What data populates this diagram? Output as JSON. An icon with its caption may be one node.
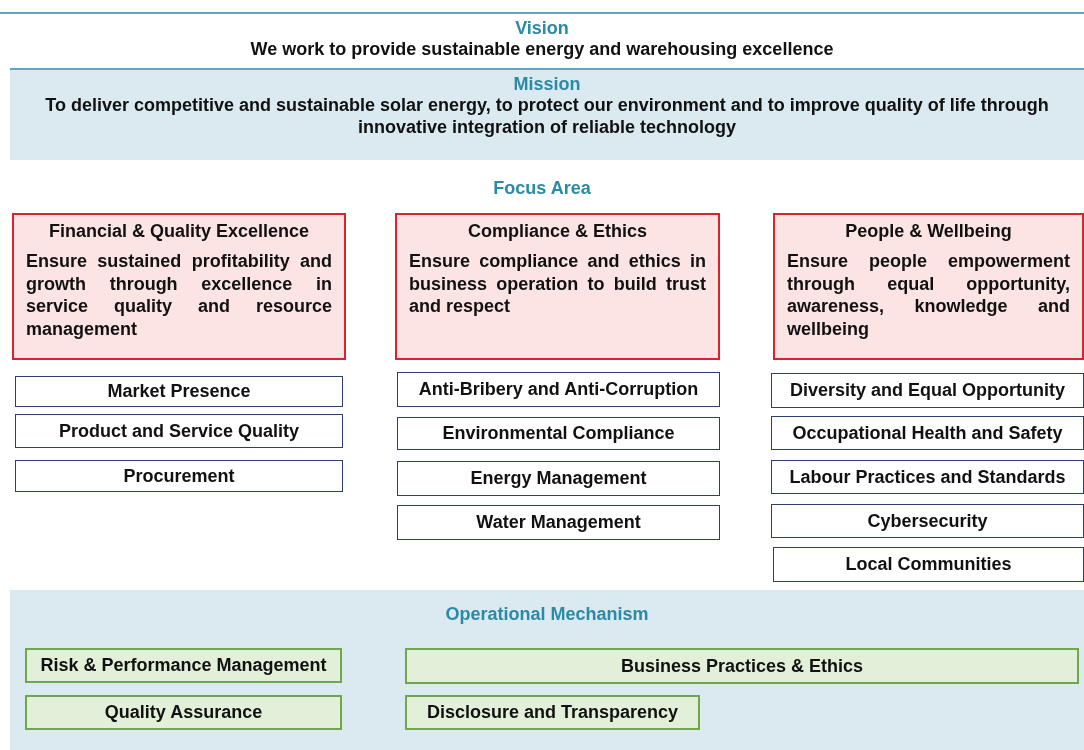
{
  "diagram": {
    "nodes": [
      {
        "text": [
          "Vision",
          "We work to provide sustainable energy and warehousing excellence"
        ]
      },
      {
        "text": [
          "Mission",
          "To deliver competitive and sustainable solar energy, to protect our environment and to improve quality of life through innovative integration of reliable technology"
        ]
      },
      {
        "text": [
          "Financial & Quality Excellence",
          "Ensure sustained profitability and growth through excellence in service quality and resource management"
        ]
      },
      {
        "text": [
          "Compliance & Ethics",
          "Ensure compliance and ethics in business operation to build trust and respect"
        ]
      },
      {
        "text": [
          "People & Wellbeing",
          "Ensure people empowerment through equal opportunity, awareness, knowledge and wellbeing"
        ]
      },
      {
        "text": [
          "Market Presence"
        ]
      },
      {
        "text": [
          "Product and Service Quality"
        ]
      },
      {
        "text": [
          "Procurement"
        ]
      },
      {
        "text": [
          "Anti-Bribery and Anti-Corruption"
        ]
      },
      {
        "text": [
          "Environmental Compliance"
        ]
      },
      {
        "text": [
          "Energy Management"
        ]
      },
      {
        "text": [
          "Water Management"
        ]
      },
      {
        "text": [
          "Diversity and Equal Opportunity"
        ]
      },
      {
        "text": [
          "Occupational Health and Safety"
        ]
      },
      {
        "text": [
          "Labour Practices and Standards"
        ]
      },
      {
        "text": [
          "Cybersecurity"
        ]
      },
      {
        "text": [
          "Local Communities"
        ]
      },
      {
        "text": [
          "Operational Mechanism"
        ]
      },
      {
        "text": [
          "Risk & Performance Management"
        ],
        "in": 17
      },
      {
        "text": [
          "Business Practices & Ethics"
        ],
        "in": 17
      },
      {
        "text": [
          "Quality Assurance"
        ],
        "in": 17
      },
      {
        "text": [
          "Disclosure and Transparency"
        ],
        "in": 17
      }
    ],
    "labels": [
      "Focus Area"
    ]
  }
}
